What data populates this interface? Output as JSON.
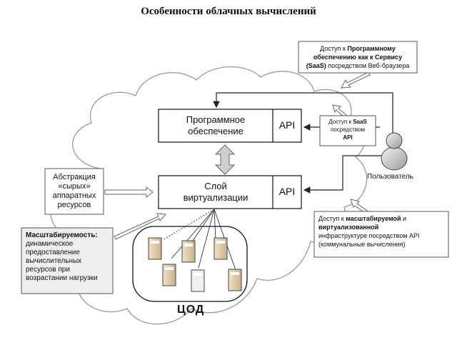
{
  "title": "Особенности облачных вычислений",
  "software_box": {
    "line1": "Программное",
    "line2": "обеспечение",
    "api": "API"
  },
  "virtualization_box": {
    "line1": "Слой",
    "line2": "виртуализации",
    "api": "API"
  },
  "raw_resources": {
    "line1": "Абстракция",
    "line2": "«сырых»",
    "line3": "аппаратных",
    "line4": "ресурсов"
  },
  "scalability": {
    "bold": "Масштабируемость:",
    "line1": "динамическое",
    "line2": "предоставление",
    "line3": "вычислительных",
    "line4": "ресурсов при",
    "line5": "возрастании нагрузки"
  },
  "saas_top": {
    "p1": "Доступ к ",
    "b1": "Программному",
    "b2": "обеспечению как к Сервису",
    "b3": "(SaaS)",
    "p2": " посредством Веб-браузера"
  },
  "saas_small": {
    "p1": "Доступ к ",
    "b1": "SaaS",
    "line2": "посредством",
    "b2": "API"
  },
  "iaas": {
    "p1": "Доступ к ",
    "b1": "масштабируемой",
    "p2": " и",
    "b2": "виртуализованной",
    "line3": "инфраструктуре посредством API",
    "line4": "(коммунальные вычисления)"
  },
  "user_label": "Пользователь",
  "datacenter_label": "ЦОД"
}
